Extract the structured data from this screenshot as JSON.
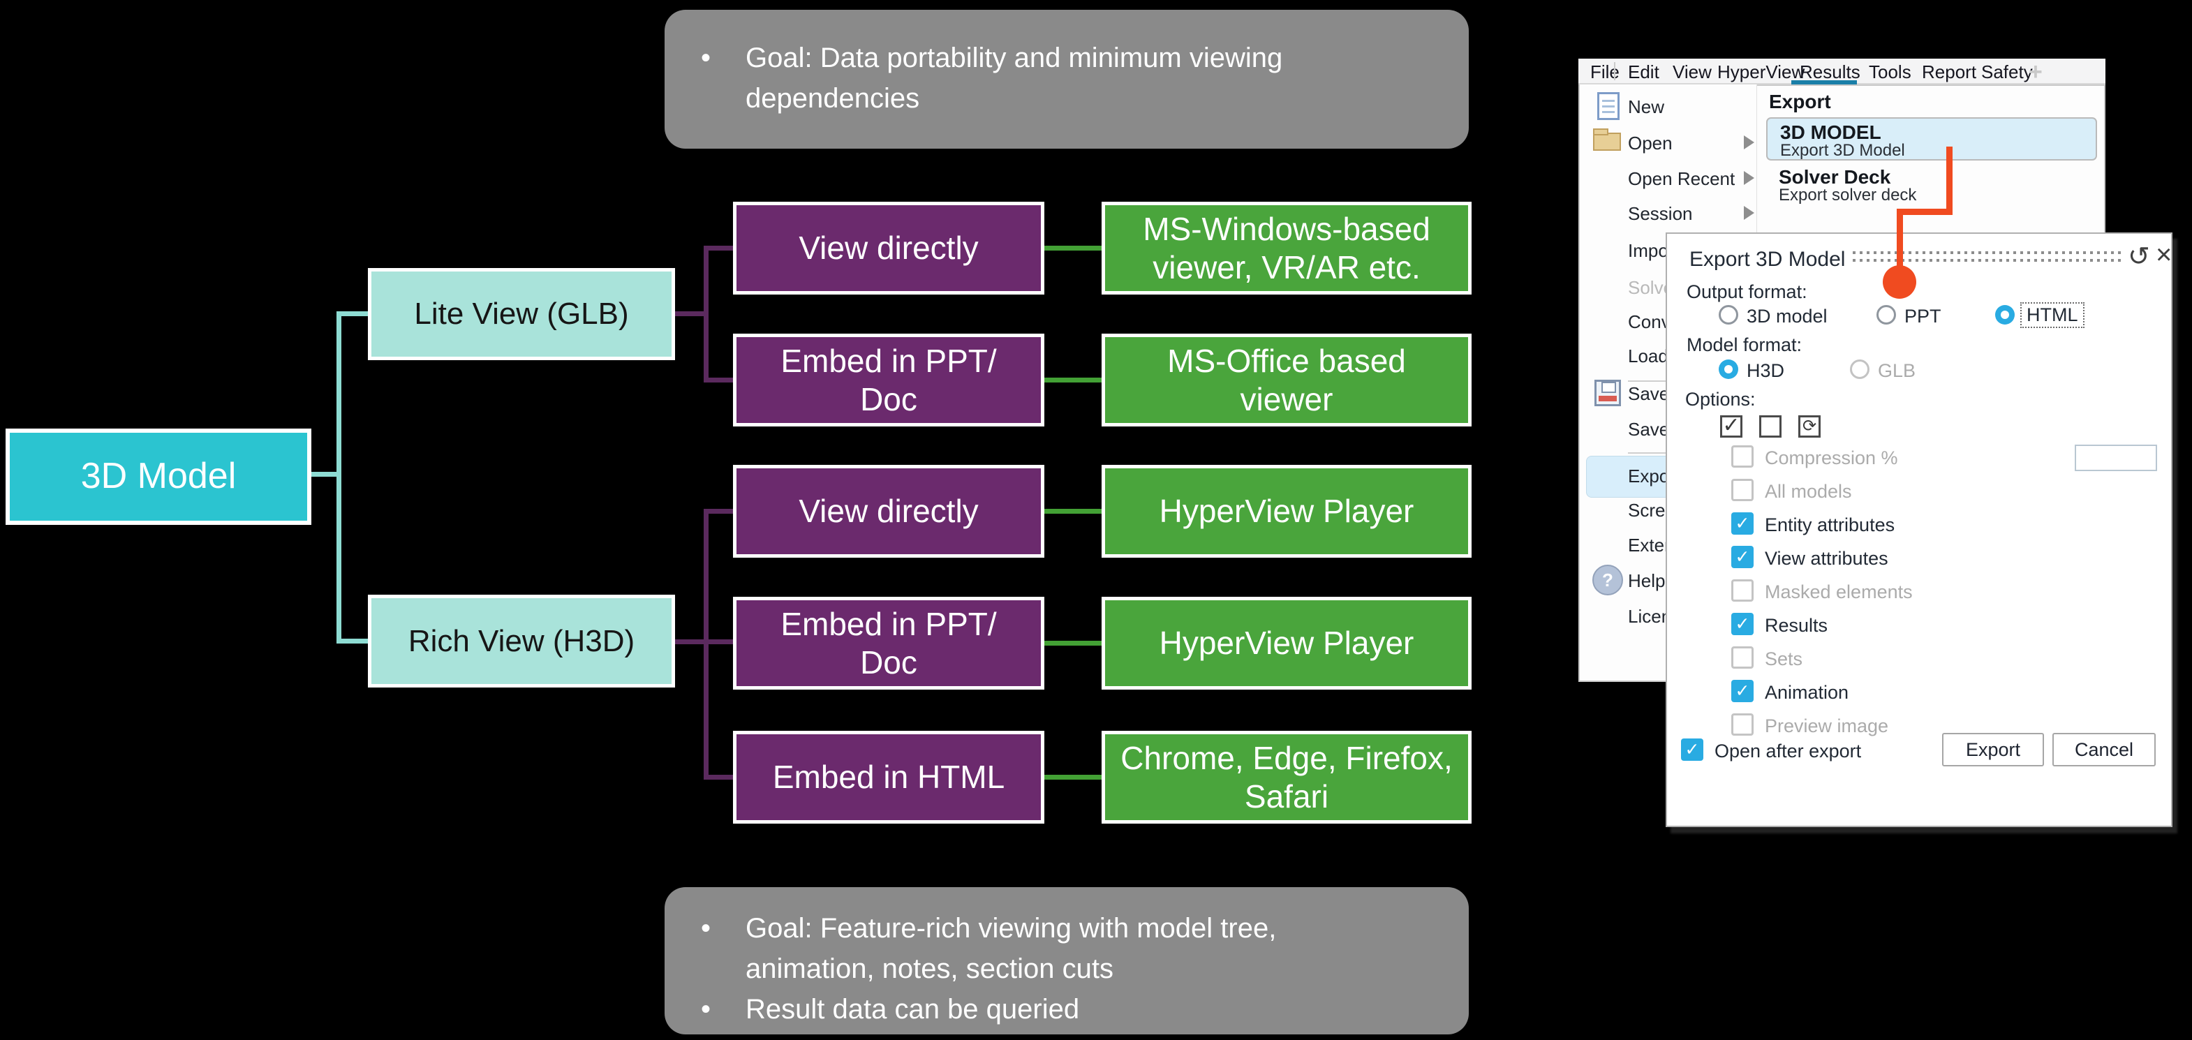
{
  "slide": {
    "notes": {
      "top": [
        "Goal: Data portability and minimum viewing\ndependencies"
      ],
      "bottom": [
        "Goal: Feature-rich viewing with model tree,\nanimation, notes, section cuts",
        "Result data can be queried"
      ]
    },
    "flowchart": {
      "root": "3D Model",
      "branches": [
        {
          "label": "Lite View (GLB)"
        },
        {
          "label": "Rich View (H3D)"
        }
      ],
      "rows": [
        {
          "method": "View directly",
          "target": "MS-Windows-based\nviewer,  VR/AR etc."
        },
        {
          "method": "Embed in PPT/\nDoc",
          "target": "MS-Office based\nviewer"
        },
        {
          "method": "View directly",
          "target": "HyperView Player"
        },
        {
          "method": "Embed in PPT/\nDoc",
          "target": "HyperView Player"
        },
        {
          "method": "Embed in HTML",
          "target": "Chrome, Edge, Firefox,\nSafari"
        }
      ],
      "colors": {
        "root": "#2bc4d0",
        "branch": "#a9e3da",
        "method": "#6b2a6d",
        "target": "#4aa53c"
      }
    }
  },
  "app": {
    "menu_bar": {
      "items": [
        "File",
        "Edit",
        "View",
        "HyperView",
        "Results",
        "Tools",
        "Report",
        "Safety"
      ],
      "active_item": "Results",
      "plus_icon": "+",
      "active_underline_color": "#1a7fa8"
    },
    "file_menu": {
      "items": [
        {
          "label": "New",
          "icon": "new-document-icon"
        },
        {
          "label": "Open",
          "icon": "folder-icon",
          "submenu": true
        },
        {
          "label": "Open Recent",
          "submenu": true
        },
        {
          "label": "Session",
          "submenu": true
        },
        {
          "label": "Import"
        },
        {
          "label": "Solver",
          "disabled": true
        },
        {
          "label": "Convert"
        },
        {
          "label": "Load"
        },
        {
          "label": "Save",
          "icon": "floppy-icon"
        },
        {
          "label": "Save As"
        },
        {
          "label": "Export",
          "highlighted": true
        },
        {
          "label": "Screen capture"
        },
        {
          "label": "Extensions"
        },
        {
          "label": "Help...",
          "icon": "help-icon"
        },
        {
          "label": "License"
        }
      ]
    },
    "export_submenu": {
      "header": "Export",
      "items": [
        {
          "title": "3D MODEL",
          "subtitle": "Export 3D Model",
          "selected": true
        },
        {
          "title": "Solver Deck",
          "subtitle": "Export solver deck",
          "selected": false
        }
      ]
    },
    "dialog": {
      "title": "Export 3D Model",
      "refresh_icon": "↺",
      "close_icon": "×",
      "output_format": {
        "label": "Output format:",
        "options": [
          {
            "label": "3D model",
            "selected": false
          },
          {
            "label": "PPT",
            "selected": false
          },
          {
            "label": "HTML",
            "selected": true
          }
        ]
      },
      "model_format": {
        "label": "Model format:",
        "options": [
          {
            "label": "H3D",
            "selected": true
          },
          {
            "label": "GLB",
            "selected": false,
            "disabled": true
          }
        ]
      },
      "options_label": "Options:",
      "bulk_icons": {
        "check_all": "✓",
        "invert": "⟳"
      },
      "options": [
        {
          "label": "Compression %",
          "state": "disabled",
          "has_field": true,
          "field_value": ""
        },
        {
          "label": "All models",
          "state": "disabled"
        },
        {
          "label": "Entity attributes",
          "state": "checked"
        },
        {
          "label": "View attributes",
          "state": "checked"
        },
        {
          "label": "Masked elements",
          "state": "disabled"
        },
        {
          "label": "Results",
          "state": "checked"
        },
        {
          "label": "Sets",
          "state": "disabled"
        },
        {
          "label": "Animation",
          "state": "checked"
        },
        {
          "label": "Preview image",
          "state": "disabled"
        }
      ],
      "open_after_export": {
        "label": "Open after export",
        "state": "checked"
      },
      "buttons": [
        {
          "label": "Export"
        },
        {
          "label": "Cancel"
        }
      ],
      "check_mark": "✓",
      "accent_color": "#29abe2"
    },
    "annotation_color": "#f04b20"
  }
}
